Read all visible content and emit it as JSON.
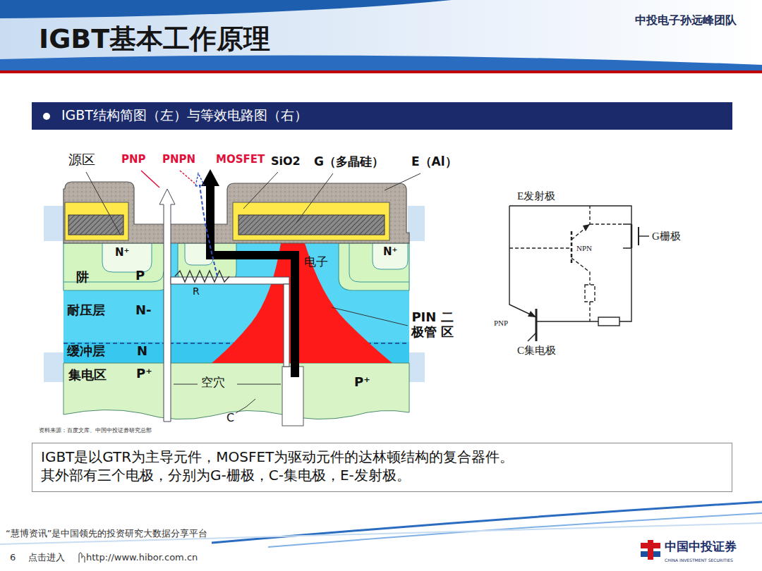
{
  "diagram": {
    "title": "IGBT基本工作原理",
    "nodes": [
      {
        "text": [
          "IGBT结构简图（左）与等效电路图（右）"
        ]
      },
      {
        "text": [
          "IGBT是以GTR为主导元件，MOSFET为驱动元件的达林顿结构的复合器件。",
          "其外部有三个电极，分别为G-栅极，C-集电极，E-发射极。"
        ]
      }
    ],
    "labels": [
      "中投电子孙远峰团队",
      "源区",
      "PNP",
      "PNPN",
      "MOSFET",
      "SiO2",
      "G（多晶硅）",
      "E（Al）",
      "N⁺",
      "N⁺",
      "阱",
      "P",
      "R",
      "电子",
      "耐压层",
      "N-",
      "PIN 二极管 区",
      "缓冲层",
      "N",
      "集电区",
      "P⁺",
      "空穴",
      "P⁺",
      "C",
      "资料来源：百度文库、中国中投证券研究总部",
      "E发射极",
      "NPN",
      "G栅极",
      "PNP",
      "C集电极",
      "“慧博资讯”是中国领先的投资研究大数据分享平台",
      "6",
      "点击进入",
      "http://www.hibor.com.cn",
      "中国中投证券",
      "CHINA INVESTMENT SECURITIES"
    ]
  }
}
